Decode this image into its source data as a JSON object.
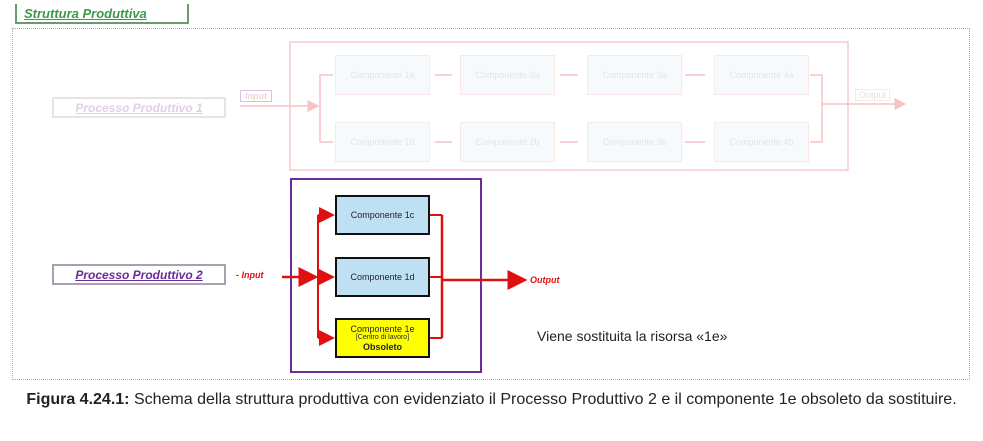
{
  "header": {
    "title": "Struttura Produttiva"
  },
  "process1": {
    "label": "Processo Produttivo 1",
    "input": "Input",
    "output": "Output",
    "components": [
      "Componente 1a",
      "Componente 2a",
      "Componente 3a",
      "Componente 4a",
      "Componente 1b",
      "Componente 2b",
      "Componente 3b",
      "Componente 4b"
    ]
  },
  "process2": {
    "label": "Processo Produttivo 2",
    "input": "- Input",
    "output": "Output",
    "comp_c": "Componente 1c",
    "comp_d": "Componente 1d",
    "comp_e": "Componente 1e",
    "comp_e_sub": "[Centro di lavoro]",
    "comp_e_status": "Obsoleto"
  },
  "note": "Viene sostituita la risorsa «1e»",
  "caption": {
    "label": "Figura 4.24.1:",
    "text": " Schema della struttura produttiva con evidenziato il Processo Produttivo 2 e il componente 1e obsoleto da sostituire."
  },
  "colors": {
    "accent_red": "#e01010",
    "purple": "#6a2a9a",
    "green": "#3a9a4a",
    "yellow": "#ffff00"
  }
}
